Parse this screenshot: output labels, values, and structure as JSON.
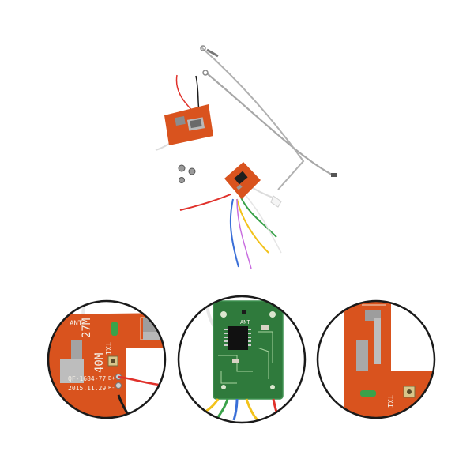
{
  "product_photo": {
    "description_colors": {
      "pcb_orange": "#d9531e",
      "pcb_green": "#2f7a3c",
      "wire_red": "#e0312b",
      "wire_blue": "#3a6fd8",
      "wire_yellow": "#f2c21b",
      "wire_green": "#3aa24a",
      "wire_black": "#1b1b1b"
    }
  },
  "closeups": {
    "left": {
      "ant_label": "ANT",
      "freq_label_1": "27M",
      "freq_label_2": "40M",
      "model_label": "QF-1684-77",
      "date_label": "2015.11.29",
      "txi_label": "TXI",
      "b_plus_label": "B+",
      "b_minus_label": "B-"
    },
    "middle": {
      "ant_label": "ANT"
    },
    "right": {
      "txi_label": "TXI"
    }
  }
}
